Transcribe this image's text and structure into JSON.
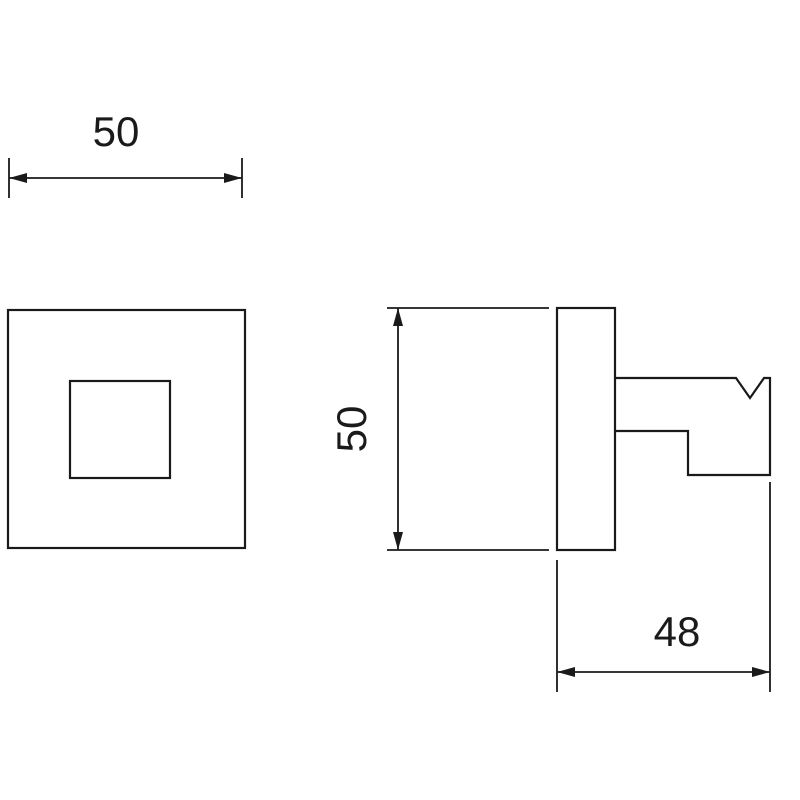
{
  "colors": {
    "line": "#1a1a1a",
    "background": "#ffffff"
  },
  "drawing": {
    "kind": "technical-dimension-drawing",
    "views": {
      "front": "square-faceplate-with-square-hook-boss",
      "side": "faceplate-profile-with-hook-arm-and-v-notch"
    }
  },
  "dimensions": {
    "front_width": "50",
    "side_height": "50",
    "side_depth": "48"
  }
}
